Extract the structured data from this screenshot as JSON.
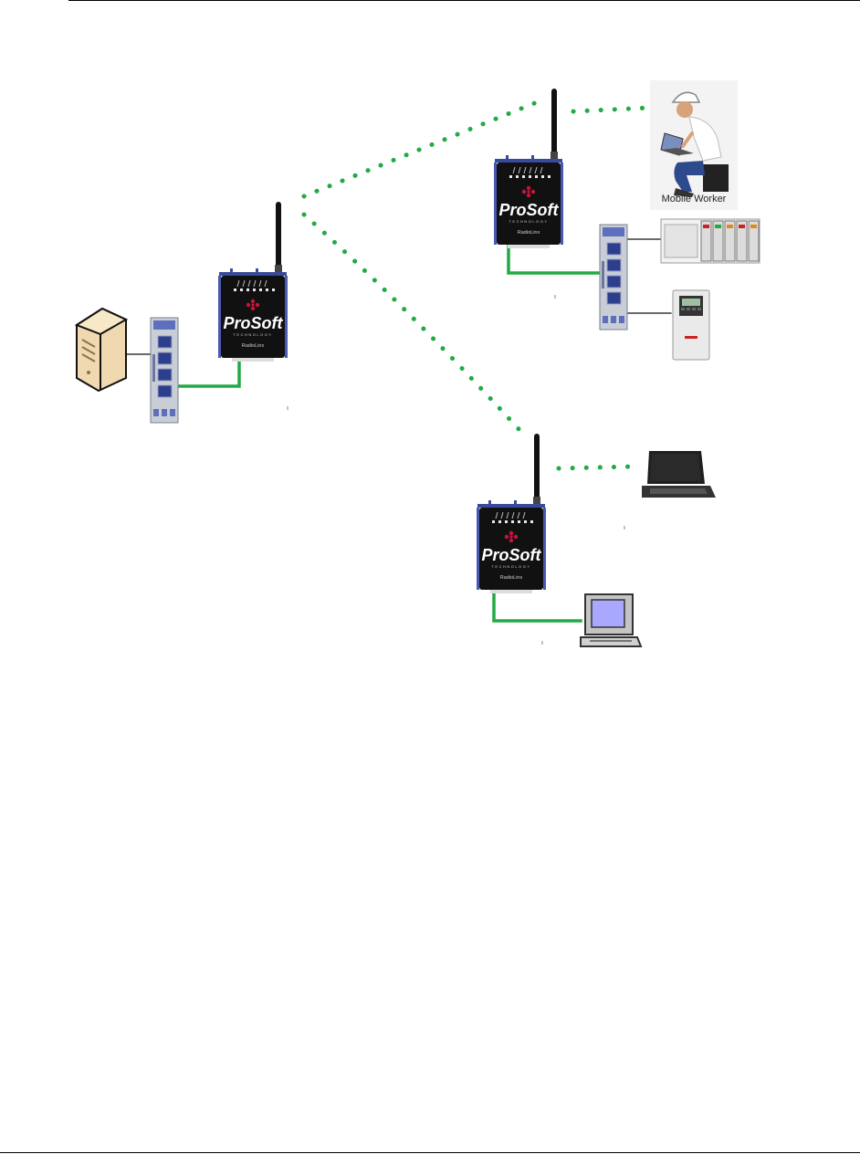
{
  "brand": {
    "name": "ProSoft",
    "tagline": "TECHNOLOGY",
    "product": "RadioLinx",
    "colors": {
      "accent": "#c8143c",
      "link": "#22aa44",
      "radio_body": "#111111"
    }
  },
  "labels": {
    "mobile_worker": "Mobile Worker"
  },
  "icons": {
    "server": "server-tower-icon",
    "switch": "ethernet-switch-icon",
    "radio": "wireless-radio-icon",
    "worker": "mobile-worker-icon",
    "plc": "plc-rack-icon",
    "drive": "variable-frequency-drive-icon",
    "laptop": "laptop-icon",
    "pc": "desktop-computer-icon"
  },
  "links": {
    "wired": [
      "server-switch",
      "switch-radio-left",
      "radio-top-switch",
      "switch-plc",
      "switch-drive",
      "radio-bottom-pc"
    ],
    "wireless": [
      "radio-left-radio-top",
      "radio-left-radio-bottom",
      "radio-top-worker",
      "radio-bottom-laptop"
    ]
  }
}
